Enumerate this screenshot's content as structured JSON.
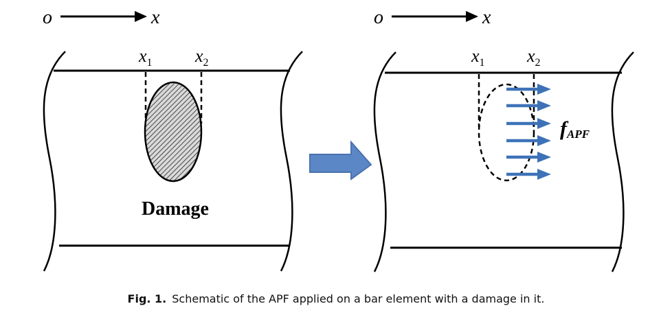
{
  "left_panel": {
    "axis_origin": "o",
    "axis_label": "x",
    "x1_label": "x",
    "x1_sub": "1",
    "x2_label": "x",
    "x2_sub": "2",
    "damage_label": "Damage"
  },
  "right_panel": {
    "axis_origin": "o",
    "axis_label": "x",
    "x1_label": "x",
    "x1_sub": "1",
    "x2_label": "x",
    "x2_sub": "2",
    "force_label": "f",
    "force_sub": "APF"
  },
  "caption": {
    "label": "Fig. 1.",
    "text": "Schematic of the APF applied on a bar element with a damage in it."
  },
  "colors": {
    "line": "#000000",
    "arrow_fill": "#5b87c7",
    "arrow_stroke": "#4a72ad",
    "force_arrow": "#3e72b8"
  }
}
